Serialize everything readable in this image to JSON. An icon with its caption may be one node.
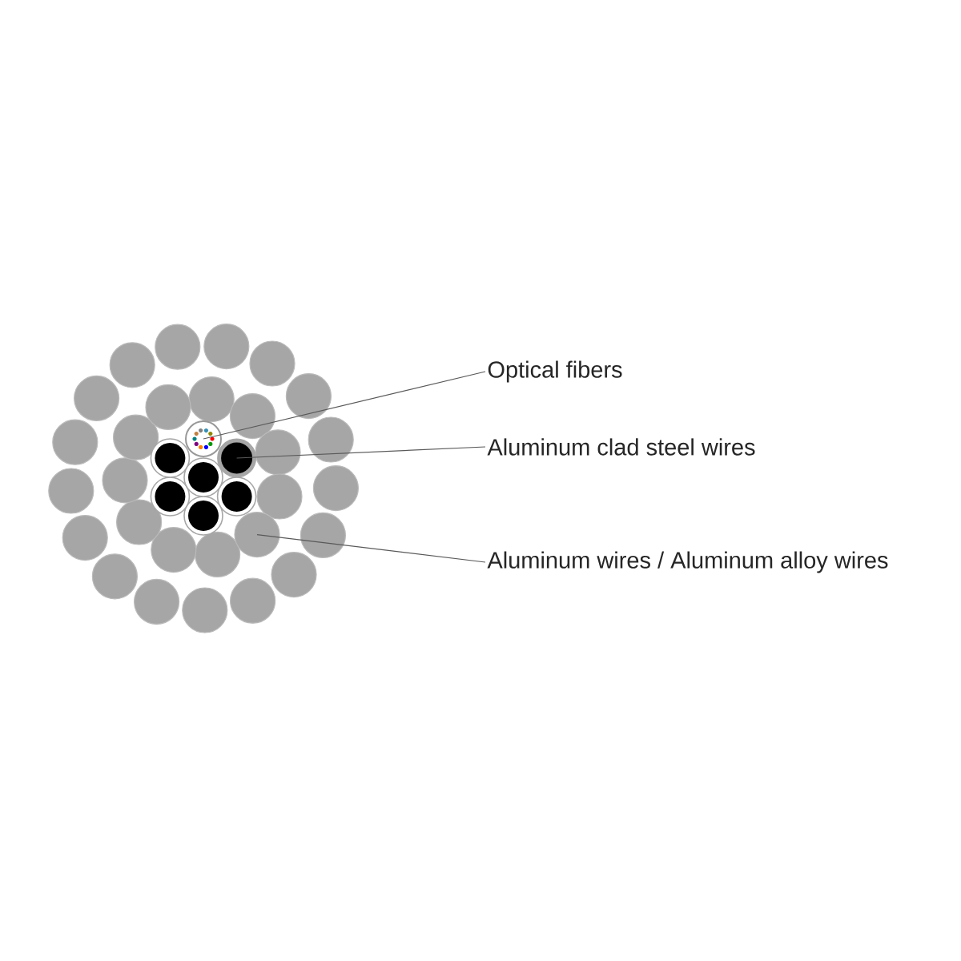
{
  "diagram": {
    "nodes": [
      {
        "text": [
          "Optical fibers"
        ]
      },
      {
        "text": [
          "Aluminum clad steel wires"
        ]
      },
      {
        "text": [
          "Aluminum wires / Aluminum alloy wires"
        ]
      },
      {
        "text": [],
        "shape": "circle"
      },
      {
        "text": [],
        "shape": "circle"
      },
      {
        "text": [],
        "shape": "circle"
      }
    ],
    "edges": [
      {
        "from": 0,
        "to": 3,
        "arrow": "none"
      },
      {
        "from": 1,
        "to": 4,
        "arrow": "none"
      },
      {
        "from": 2,
        "to": 5,
        "arrow": "none"
      }
    ]
  }
}
